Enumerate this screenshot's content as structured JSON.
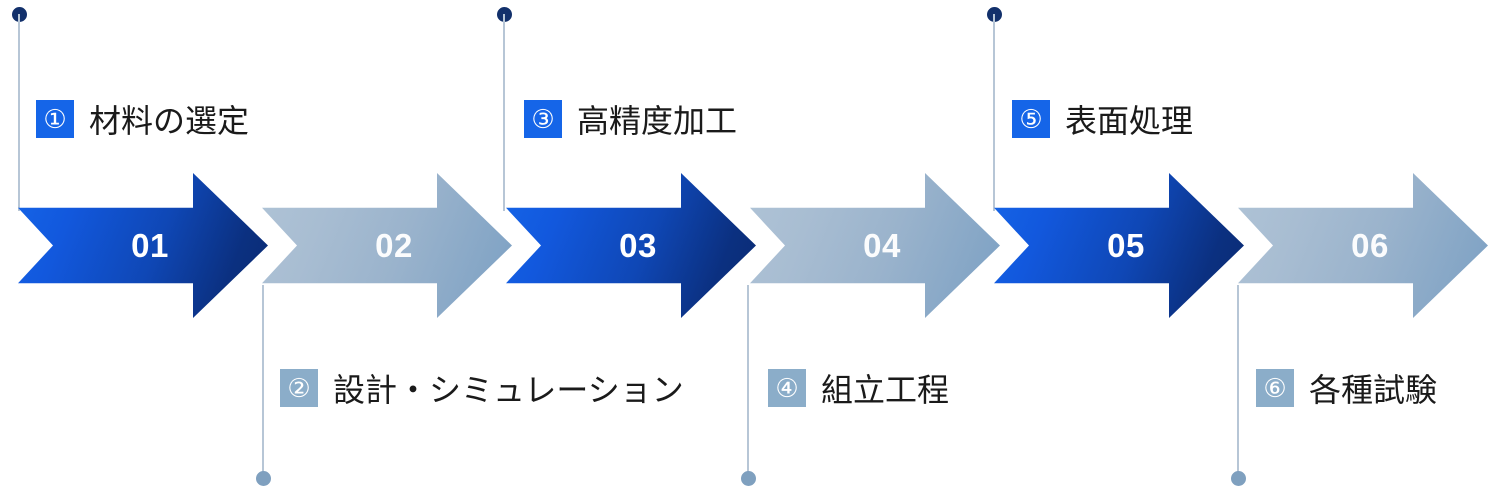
{
  "diagram": {
    "title": "6-step process arrow flow",
    "colors": {
      "accent_dark": "#1565e8",
      "accent_deep_navy": "#0b3080",
      "accent_light": "#a8bdd2",
      "connector_line": "#b7c6d6",
      "dot_dark": "#12306b",
      "dot_light": "#7fa0bf",
      "label_text": "#1a1a1a",
      "arrow_number_text": "#ffffff"
    },
    "steps": [
      {
        "number": "01",
        "badge": "①",
        "label": "材料の選定",
        "tone": "dark",
        "label_position": "above"
      },
      {
        "number": "02",
        "badge": "②",
        "label": "設計・シミュレーション",
        "tone": "light",
        "label_position": "below"
      },
      {
        "number": "03",
        "badge": "③",
        "label": "高精度加工",
        "tone": "dark",
        "label_position": "above"
      },
      {
        "number": "04",
        "badge": "④",
        "label": "組立工程",
        "tone": "light",
        "label_position": "below"
      },
      {
        "number": "05",
        "badge": "⑤",
        "label": "表面処理",
        "tone": "dark",
        "label_position": "above"
      },
      {
        "number": "06",
        "badge": "⑥",
        "label": "各種試験",
        "tone": "light",
        "label_position": "below"
      }
    ]
  }
}
